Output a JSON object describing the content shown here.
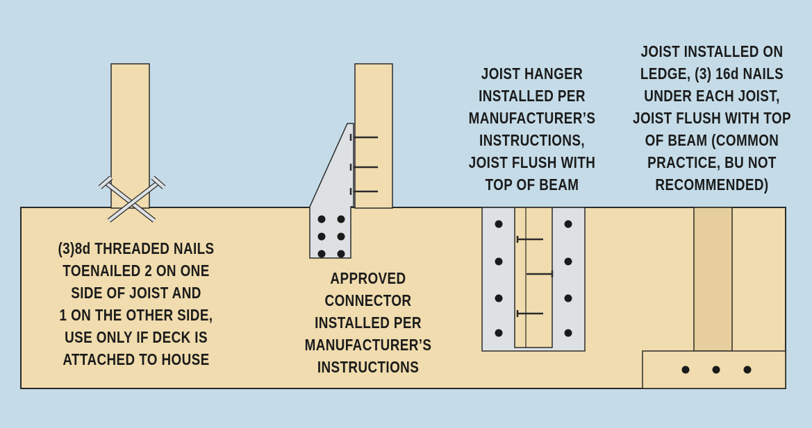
{
  "colors": {
    "background": "#c5dce8",
    "wood": "#f0dcae",
    "wood_dark": "#e6cf9c",
    "outline": "#2a2a2a",
    "metal": "#dde1e4",
    "fastener": "#1a1a1a"
  },
  "labels": {
    "toenail": [
      "(3)8d THREADED NAILS",
      "TOENAILED 2 ON ONE",
      "SIDE OF JOIST AND",
      "1 ON THE OTHER SIDE,",
      "USE ONLY IF DECK IS",
      "ATTACHED TO HOUSE"
    ],
    "connector": [
      "APPROVED",
      "CONNECTOR",
      "INSTALLED PER",
      "MANUFACTURER’S",
      "INSTRUCTIONS"
    ],
    "hanger": [
      "JOIST HANGER",
      "INSTALLED PER",
      "MANUFACTURER’S",
      "INSTRUCTIONS,",
      "JOIST FLUSH WITH",
      "TOP OF BEAM"
    ],
    "ledge": [
      "JOIST INSTALLED ON",
      "LEDGE, (3) 16d NAILS",
      "UNDER EACH JOIST,",
      "JOIST FLUSH WITH TOP",
      "OF BEAM (COMMON",
      "PRACTICE, BU NOT",
      "RECOMMENDED)"
    ]
  }
}
